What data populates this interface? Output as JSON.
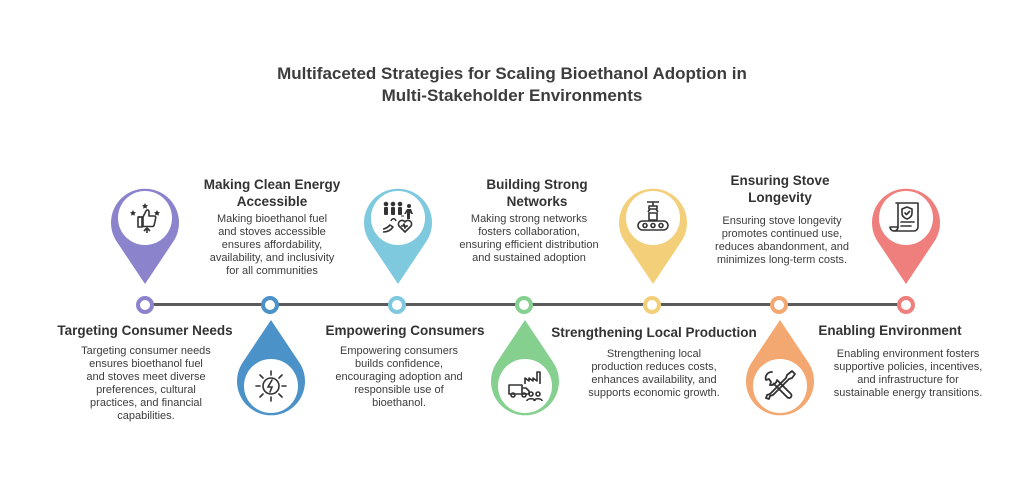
{
  "title": {
    "line1": "Multifaceted Strategies for Scaling Bioethanol Adoption in",
    "line2": "Multi-Stakeholder Environments"
  },
  "steps": [
    {
      "heading": "Targeting Consumer Needs",
      "description": "Targeting consumer needs ensures bioethanol fuel and stoves meet diverse preferences, cultural practices, and financial capabilities.",
      "color": "#8b84cc",
      "icon": "thumbs-up-stars-icon"
    },
    {
      "heading": "Making Clean Energy Accessible",
      "description": "Making bioethanol fuel and stoves accessible ensures affordability, availability, and inclusivity for all communities",
      "color": "#4a92c8",
      "icon": "lightning-bulb-icon"
    },
    {
      "heading": "Empowering Consumers",
      "description": "Empowering consumers builds confidence, encouraging adoption and responsible use of bioethanol.",
      "color": "#7fc9de",
      "icon": "people-family-icon"
    },
    {
      "heading": "Building Strong Networks",
      "description": "Making strong networks fosters collaboration, ensuring efficient distribution and sustained adoption",
      "color": "#86d08f",
      "icon": "delivery-truck-factory-icon"
    },
    {
      "heading": "Strengthening Local Production",
      "description": "Strengthening local production reduces costs, enhances availability, and supports economic growth.",
      "color": "#f3cf7a",
      "icon": "conveyor-belt-icon"
    },
    {
      "heading": "Ensuring Stove Longevity",
      "description": "Ensuring stove longevity promotes continued use, reduces abandonment, and minimizes long-term costs.",
      "color": "#f2a870",
      "icon": "wrench-screwdriver-icon"
    },
    {
      "heading": "Enabling Environment",
      "description": "Enabling environment fosters supportive policies, incentives, and infrastructure for sustainable energy transitions.",
      "color": "#ef7f7c",
      "icon": "policy-document-shield-icon"
    }
  ]
}
